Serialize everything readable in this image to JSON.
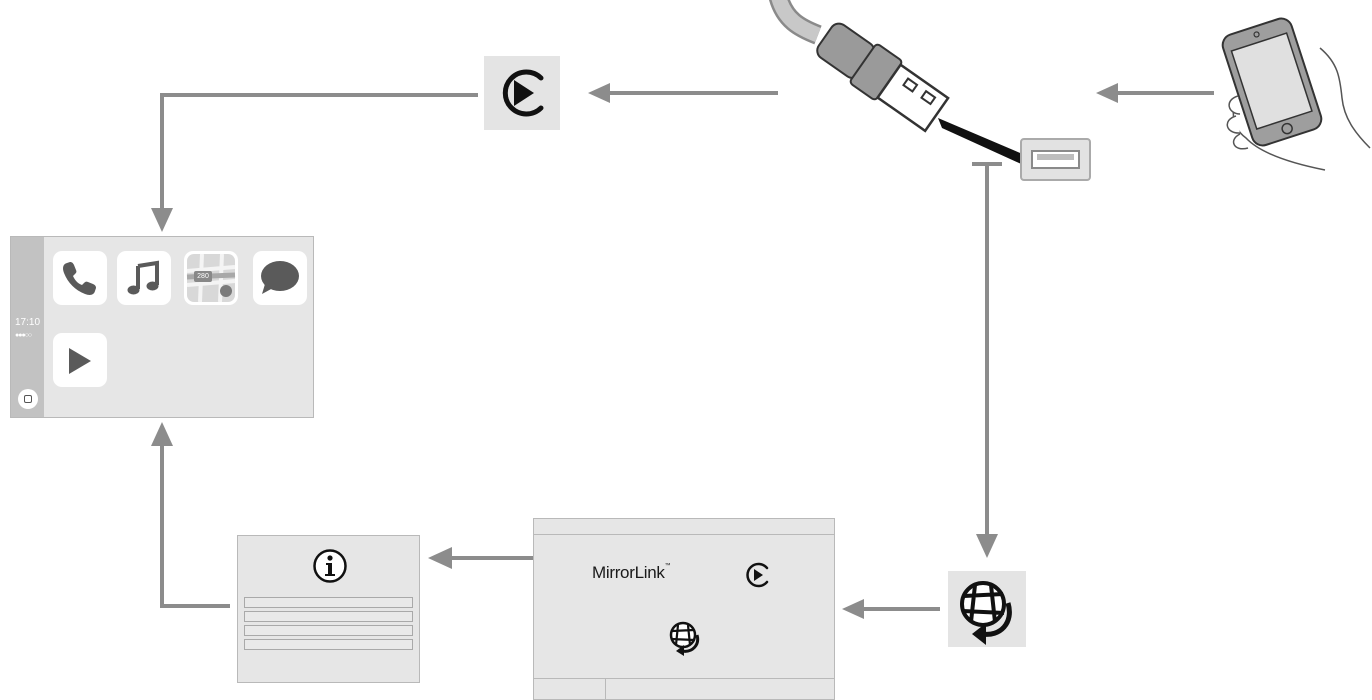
{
  "carplay": {
    "clock": "17:10",
    "apps": [
      {
        "name": "phone-app",
        "icon": "phone-icon"
      },
      {
        "name": "music-app",
        "icon": "music-note-icon"
      },
      {
        "name": "maps-app",
        "icon": "map-icon",
        "road_label": "280"
      },
      {
        "name": "messages-app",
        "icon": "speech-bubble-icon"
      },
      {
        "name": "now-playing-app",
        "icon": "play-icon"
      }
    ]
  },
  "mirrorlink": {
    "logo_text": "MirrorLink",
    "trademark": "™"
  },
  "colors": {
    "arrow": "#8c8c8c",
    "panel": "#e6e6e6",
    "icon_box": "#e4e4e4",
    "app_icon": "#5a5a5a"
  },
  "icons": [
    "carplay-icon",
    "usb-plug-icon",
    "usb-port-icon",
    "smartphone-icon",
    "mirrorlink-globe-icon",
    "info-icon"
  ]
}
